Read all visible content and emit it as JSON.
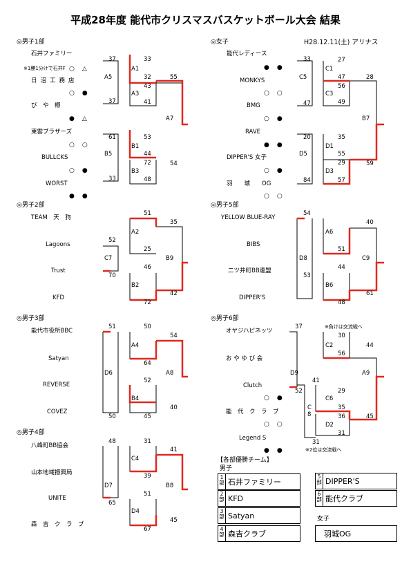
{
  "title": "平成28年度 能代市クリスマスバスケットボール大会 結果",
  "date_venue": "H28.12.11(土) アリナス",
  "sections": {
    "m1": "◎男子1部",
    "f": "◎女子",
    "m2": "◎男子2部",
    "m5": "◎男子5部",
    "m3": "◎男子3部",
    "m6": "◎男子6部",
    "m4": "◎男子4部"
  },
  "teams": {
    "m1": [
      "石井ファミリー",
      "日沼工務店",
      "び　や　樽",
      "東雲ブラザーズ",
      "BULLCKS",
      "WORST"
    ],
    "f": [
      "能代レディース",
      "MONKYS",
      "BMG",
      "RAVE",
      "DIPPER'S 女子",
      "羽　　城　　OG"
    ],
    "m2": [
      "TEAM　天　狗",
      "Lagoons",
      "Trust",
      "KFD"
    ],
    "m5": [
      "YELLOW BLUE-RAY",
      "BIBS",
      "二ツ井町BB連盟",
      "DIPPER'S"
    ],
    "m3": [
      "能代市役所BBC",
      "Satyan",
      "REVERSE",
      "COVEZ"
    ],
    "m6": [
      "オヤジハピネッツ",
      "お や ゆ び 会",
      "Clutch",
      "能　代　ク　ラ　ブ",
      "Legend S"
    ],
    "m4": [
      "八峰町BB協会",
      "山本地域振興局",
      "UNITE",
      "森　吉　ク　ラ　ブ"
    ]
  },
  "records": {
    "m1": [
      "○　△",
      "○　●",
      "●　△",
      "○　○",
      "○　●",
      "●　●"
    ],
    "f": [
      "●　●",
      "○　○",
      "○　●",
      "●　●",
      "○　●",
      "○　○"
    ],
    "m6": [
      "○　●",
      "○　○",
      "●　●"
    ]
  },
  "notes": {
    "m1_note": "※1勝1分けで石井F",
    "m6_top": "※負けは交流戦へ",
    "m6_bottom": "※2位は交流戦へ"
  },
  "game_labels": {
    "A5": "A5",
    "A1": "A1",
    "A3": "A3",
    "A7": "A7",
    "B5": "B5",
    "B1": "B1",
    "B3": "B3",
    "C5": "C5",
    "C1": "C1",
    "C3": "C3",
    "B7": "B7",
    "D5": "D5",
    "D1": "D1",
    "D3": "D3",
    "C7": "C7",
    "A2": "A2",
    "B2": "B2",
    "B9": "B9",
    "D8": "D8",
    "A6": "A6",
    "B6": "B6",
    "C9": "C9",
    "D6": "D6",
    "A4": "A4",
    "B4": "B4",
    "A8": "A8",
    "D9": "D9",
    "C2": "C2",
    "C6": "C6",
    "C8": "C\n8",
    "D2": "D2",
    "A9": "A9",
    "D7": "D7",
    "C4": "C4",
    "D4": "D4",
    "B8": "B8"
  },
  "scores": {
    "m1": {
      "a5_top": "37",
      "a5_bot": "37",
      "b5_top": "61",
      "b5_bot": "33",
      "a1_top": "33",
      "a1_bot": "32",
      "a3_top": "43",
      "a3_bot": "41",
      "b1_top": "53",
      "b1_bot": "44",
      "b3_top": "72",
      "b3_bot": "48",
      "a7_top": "55",
      "a7_bot": "54"
    },
    "f": {
      "c5_top": "33",
      "c5_bot": "47",
      "d5_top": "20",
      "d5_bot": "84",
      "c1_top": "27",
      "c1_bot": "47",
      "c3_top": "56",
      "c3_bot": "49",
      "d1_top": "35",
      "d1_bot": "55",
      "d3_top": "29",
      "d3_bot": "57",
      "b7_top": "28",
      "b7_bot": "59"
    },
    "m2": {
      "c7_top": "52",
      "c7_bot": "70",
      "a2_top": "51",
      "a2_bot": "25",
      "b2_top": "46",
      "b2_bot": "72",
      "b9_top": "35",
      "b9_bot": "42"
    },
    "m5": {
      "d8_top": "54",
      "d8_bot": "53",
      "a6_top": "",
      "a6_bot": "51",
      "b6_top": "44",
      "b6_bot": "48",
      "c9_top": "40",
      "c9_bot": "61"
    },
    "m3": {
      "d6_top": "51",
      "d6_bot": "50",
      "a4_top": "50",
      "a4_bot": "64",
      "b4_top": "52",
      "b4_bot": "45",
      "a8_top": "54",
      "a8_bot": "40"
    },
    "m6": {
      "d9_top": "37",
      "d9_bot": "52",
      "c2_top": "30",
      "c2_bot": "56",
      "c6_top": "29",
      "c6_bot": "35",
      "d2_top": "36",
      "d2_bot": "31",
      "c8_top": "41",
      "c8_bot": "31",
      "a9_top": "44",
      "a9_bot": "45"
    },
    "m4": {
      "d7_top": "48",
      "d7_bot": "65",
      "c4_top": "31",
      "c4_bot": "39",
      "d4_top": "51",
      "d4_bot": "67",
      "b8_top": "41",
      "b8_bot": "45"
    }
  },
  "winners_box": {
    "title": "【各部優勝チーム】",
    "boys_label": "男子",
    "girls_label": "女子",
    "boys": [
      {
        "num": "1\n部",
        "team": "石井ファミリー"
      },
      {
        "num": "2\n部",
        "team": "KFD"
      },
      {
        "num": "3\n部",
        "team": "Satyan"
      },
      {
        "num": "4\n部",
        "team": "森吉クラブ"
      },
      {
        "num": "5\n部",
        "team": "DIPPER'S"
      },
      {
        "num": "6\n部",
        "team": "能代クラブ"
      }
    ],
    "girls_team": "羽城OG"
  },
  "colors": {
    "highlight": "#e0281e",
    "line": "#000000"
  }
}
